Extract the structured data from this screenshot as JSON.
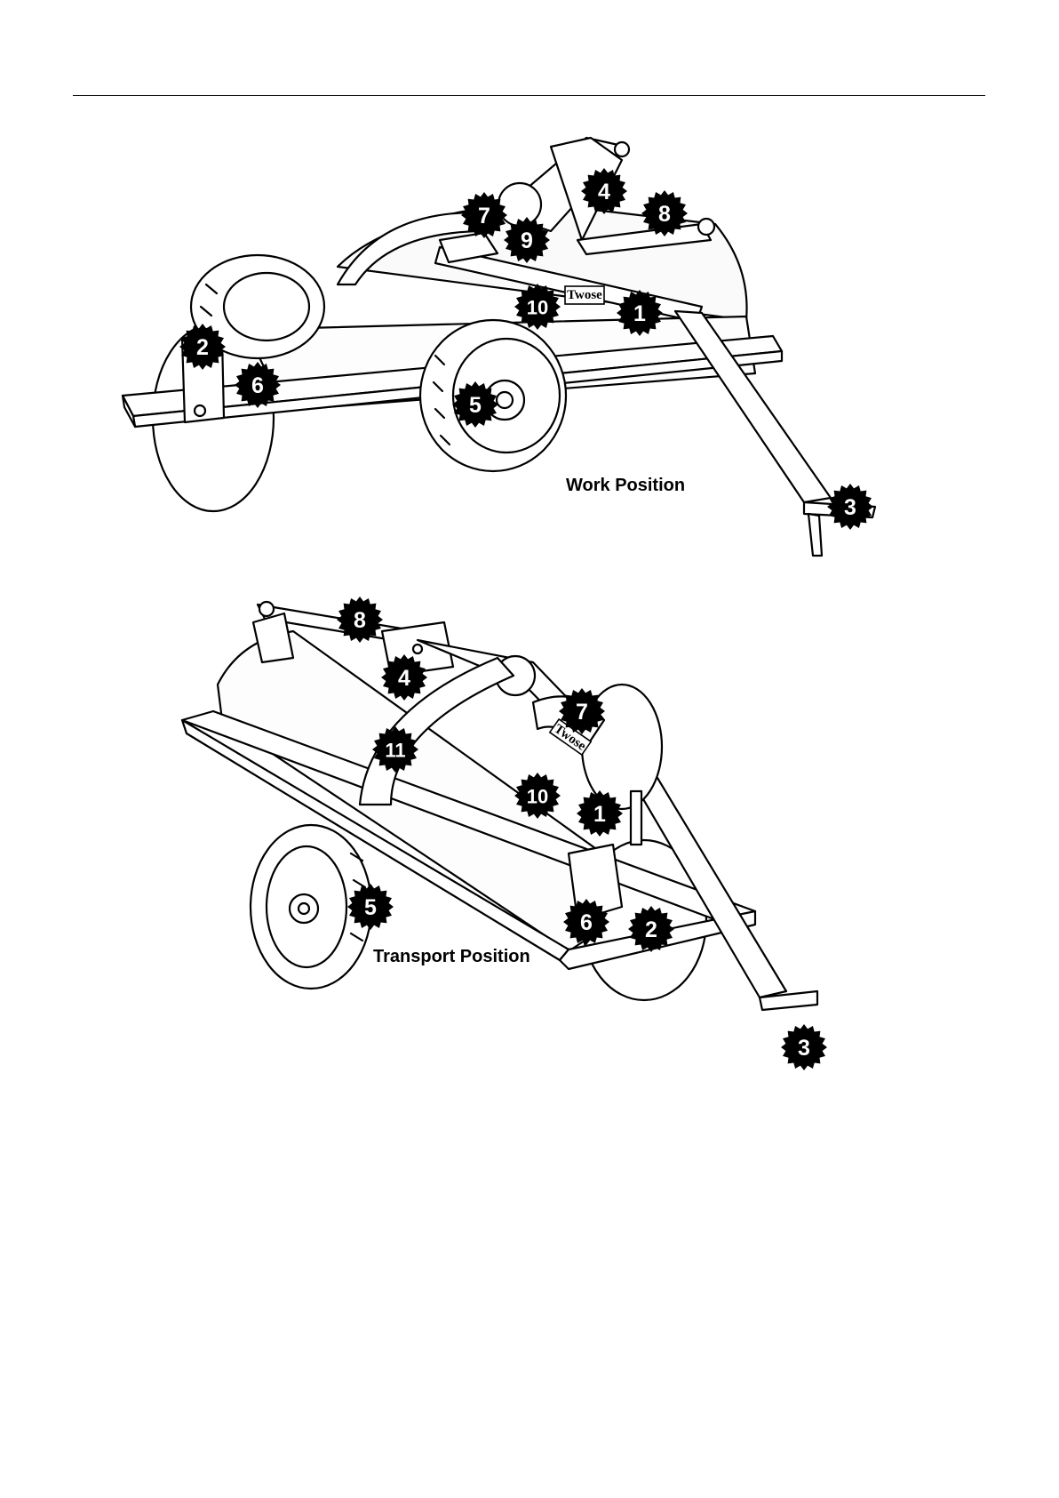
{
  "figure_work": {
    "caption": "Work Position",
    "brand": "Twose",
    "callouts": [
      "1",
      "2",
      "3",
      "4",
      "5",
      "6",
      "7",
      "8",
      "9",
      "10"
    ]
  },
  "figure_transport": {
    "caption": "Transport Position",
    "brand": "Twose",
    "callouts": [
      "1",
      "2",
      "3",
      "4",
      "5",
      "6",
      "7",
      "8",
      "10",
      "11"
    ]
  }
}
